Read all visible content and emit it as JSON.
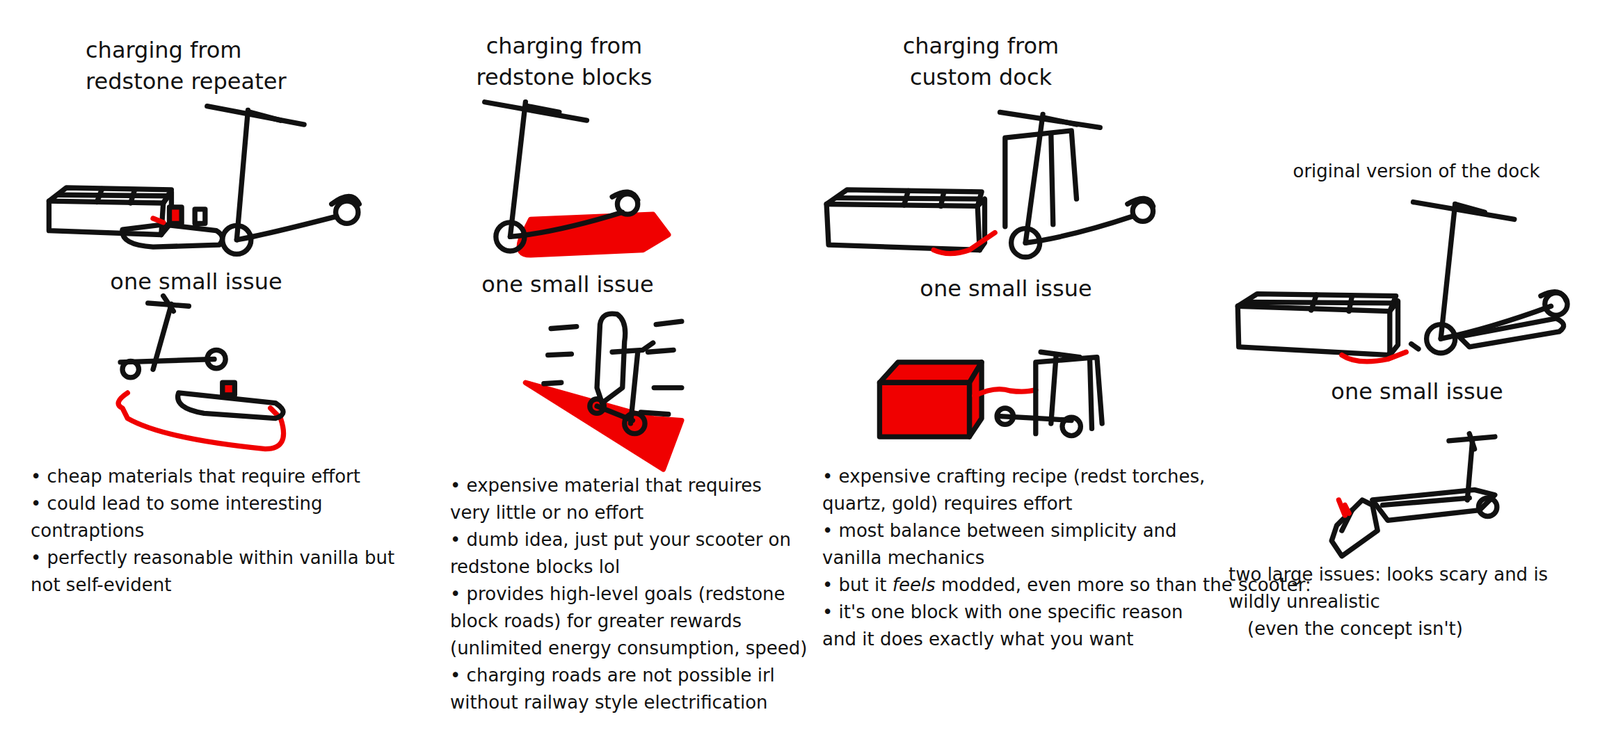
{
  "diagram": {
    "labels": [
      "charging from redstone repeater",
      "one small issue",
      "• cheap materials that require effort",
      "• could lead to some interesting contraptions",
      "• perfectly reasonable within vanilla but not self-evident",
      "charging from redstone blocks",
      "one small issue",
      "• expensive material that requires very little or no effort",
      "• dumb idea, just put your scooter on redstone blocks lol",
      "• provides high-level goals (redstone block roads) for greater rewards (unlimited energy consumption, speed)",
      "• charging roads are not possible irl without railway style electrification",
      "charging from custom dock",
      "one small issue",
      "• expensive crafting recipe (redst torches, quartz, gold) requires effort",
      "• most balance between simplicity and vanilla mechanics",
      "• but it feels modded, even more so than the scooter:",
      "• it's one block with one specific reason and it does exactly what you want",
      "original version of the dock",
      "one small issue",
      "two large issues: looks scary and is wildly unrealistic",
      "(even the concept isn't)"
    ]
  }
}
